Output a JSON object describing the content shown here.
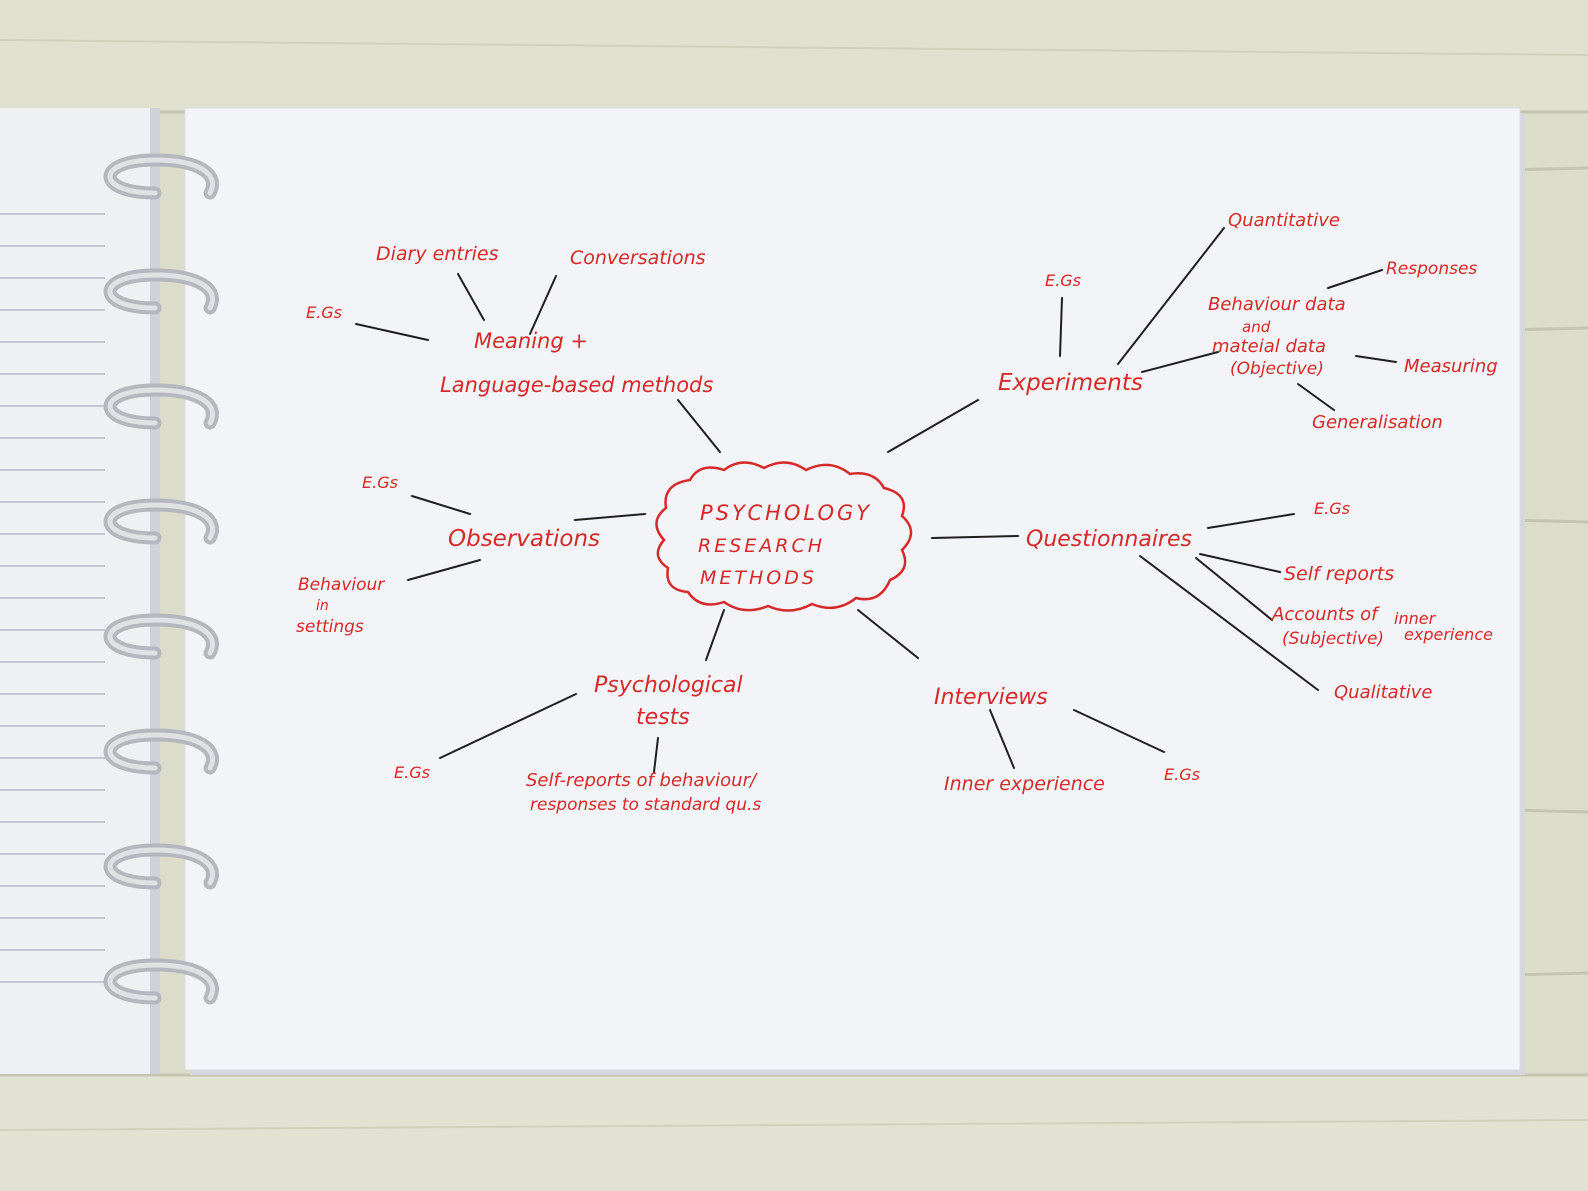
{
  "colors": {
    "ink_red": "#d42a2a",
    "ink_black": "#1f1f1f",
    "paper": "#f3f4f8",
    "wood": "#dcdccb",
    "ring": "#c9ccd2"
  },
  "central": {
    "line1": "PSYCHOLOGY",
    "line2": "RESEARCH",
    "line3": "METHODS"
  },
  "meaning": {
    "line1": "Meaning +",
    "line2": "Language-based methods",
    "egs": "E.Gs",
    "diary": "Diary entries",
    "conversations": "Conversations"
  },
  "experiments": {
    "label": "Experiments",
    "egs": "E.Gs",
    "quantitative": "Quantitative",
    "behaviour_line1": "Behaviour data",
    "behaviour_line2": "and",
    "behaviour_line3": "mateial data",
    "behaviour_line4": "(Objective)",
    "responses": "Responses",
    "measuring": "Measuring",
    "generalisation": "Generalisation"
  },
  "observations": {
    "label": "Observations",
    "egs": "E.Gs",
    "behaviour_line1": "Behaviour",
    "behaviour_line2": "in",
    "behaviour_line3": "settings"
  },
  "questionnaires": {
    "label": "Questionnaires",
    "egs": "E.Gs",
    "self_reports": "Self reports",
    "accounts_line1": "Accounts of",
    "accounts_line2": "(Subjective)",
    "inner_line1": "inner",
    "inner_line2": "experience",
    "qualitative": "Qualitative"
  },
  "tests": {
    "line1": "Psychological",
    "line2": "tests",
    "egs": "E.Gs",
    "self_line1": "Self-reports of behaviour/",
    "self_line2": "responses to standard qu.s"
  },
  "interviews": {
    "label": "Interviews",
    "egs": "E.Gs",
    "inner": "Inner experience"
  }
}
